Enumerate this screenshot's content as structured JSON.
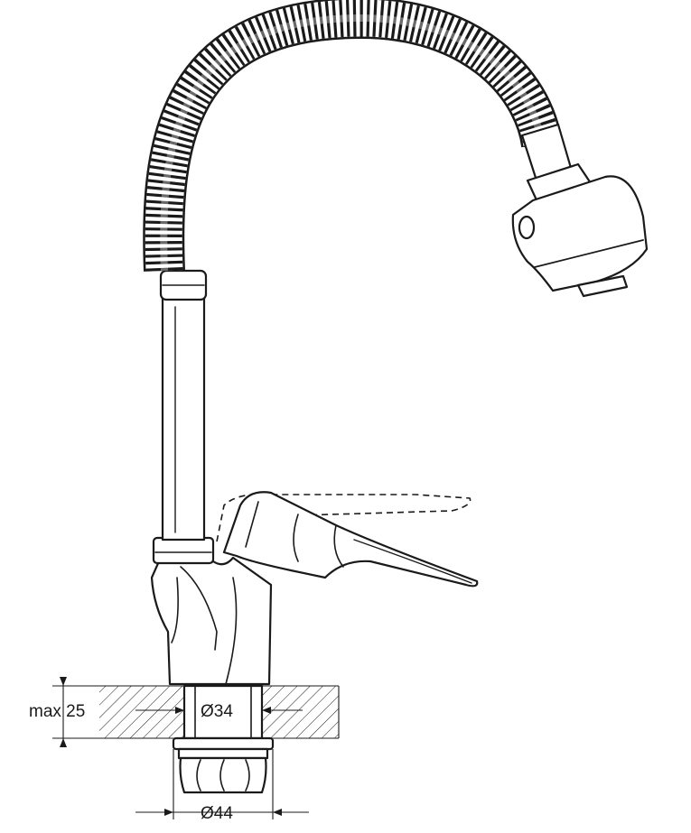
{
  "dimensions": {
    "thickness_label": "max 25",
    "hole_diameter_label": "Ø34",
    "base_diameter_label": "Ø44"
  },
  "colors": {
    "line": "#1a1a1a",
    "background": "#ffffff"
  }
}
